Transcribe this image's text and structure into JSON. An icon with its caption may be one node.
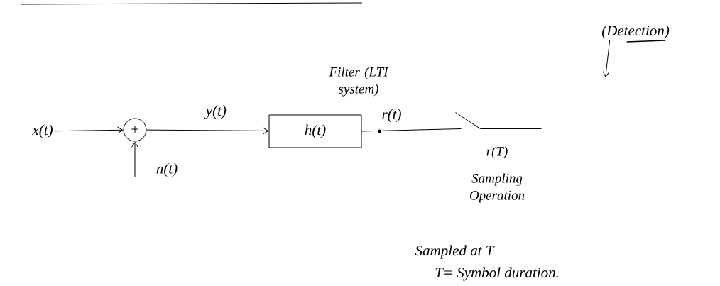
{
  "diagram": {
    "nodes": [
      {
        "text": [
          "x(t)"
        ]
      },
      {
        "text": [
          "+"
        ]
      },
      {
        "text": [
          "h(t)"
        ],
        "beside": [
          "Filter (LTI system)"
        ]
      },
      {
        "text": [],
        "shape": "switch",
        "beside": [
          "r(T)",
          "Sampling Operation"
        ]
      },
      {
        "text": [
          "(Detection)"
        ]
      }
    ],
    "edges": [
      {
        "from": 0,
        "to": 1,
        "arrow": "to"
      },
      {
        "from": null,
        "to": 1,
        "arrow": "to",
        "label": "n(t)"
      },
      {
        "from": 1,
        "to": 2,
        "arrow": "to",
        "label": "y(t)"
      },
      {
        "from": 2,
        "to": 3,
        "arrow": "none",
        "label": "r(t)"
      },
      {
        "from": 4,
        "to": null,
        "arrow": "to"
      }
    ],
    "labels": [
      "Sampled at T",
      "T= Symbol duration."
    ]
  }
}
